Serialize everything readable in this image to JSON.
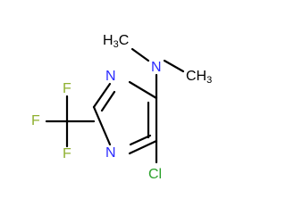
{
  "molecule": {
    "atoms": {
      "n_amine": {
        "label": "N",
        "color": "#2a2aff"
      },
      "methyl_left": {
        "prefix": "H",
        "sub": "3",
        "suffix": "C",
        "color": "#000000"
      },
      "methyl_right": {
        "prefix": "CH",
        "sub": "3",
        "suffix": "",
        "color": "#000000"
      },
      "n_ring_top": {
        "label": "N",
        "color": "#2a2aff"
      },
      "n_ring_bottom": {
        "label": "N",
        "color": "#2a2aff"
      },
      "f_top": {
        "label": "F",
        "color": "#8fb030"
      },
      "f_left": {
        "label": "F",
        "color": "#8fb030"
      },
      "f_bottom": {
        "label": "F",
        "color": "#8fb030"
      },
      "cl": {
        "label": "Cl",
        "color": "#2aa02a"
      }
    }
  }
}
